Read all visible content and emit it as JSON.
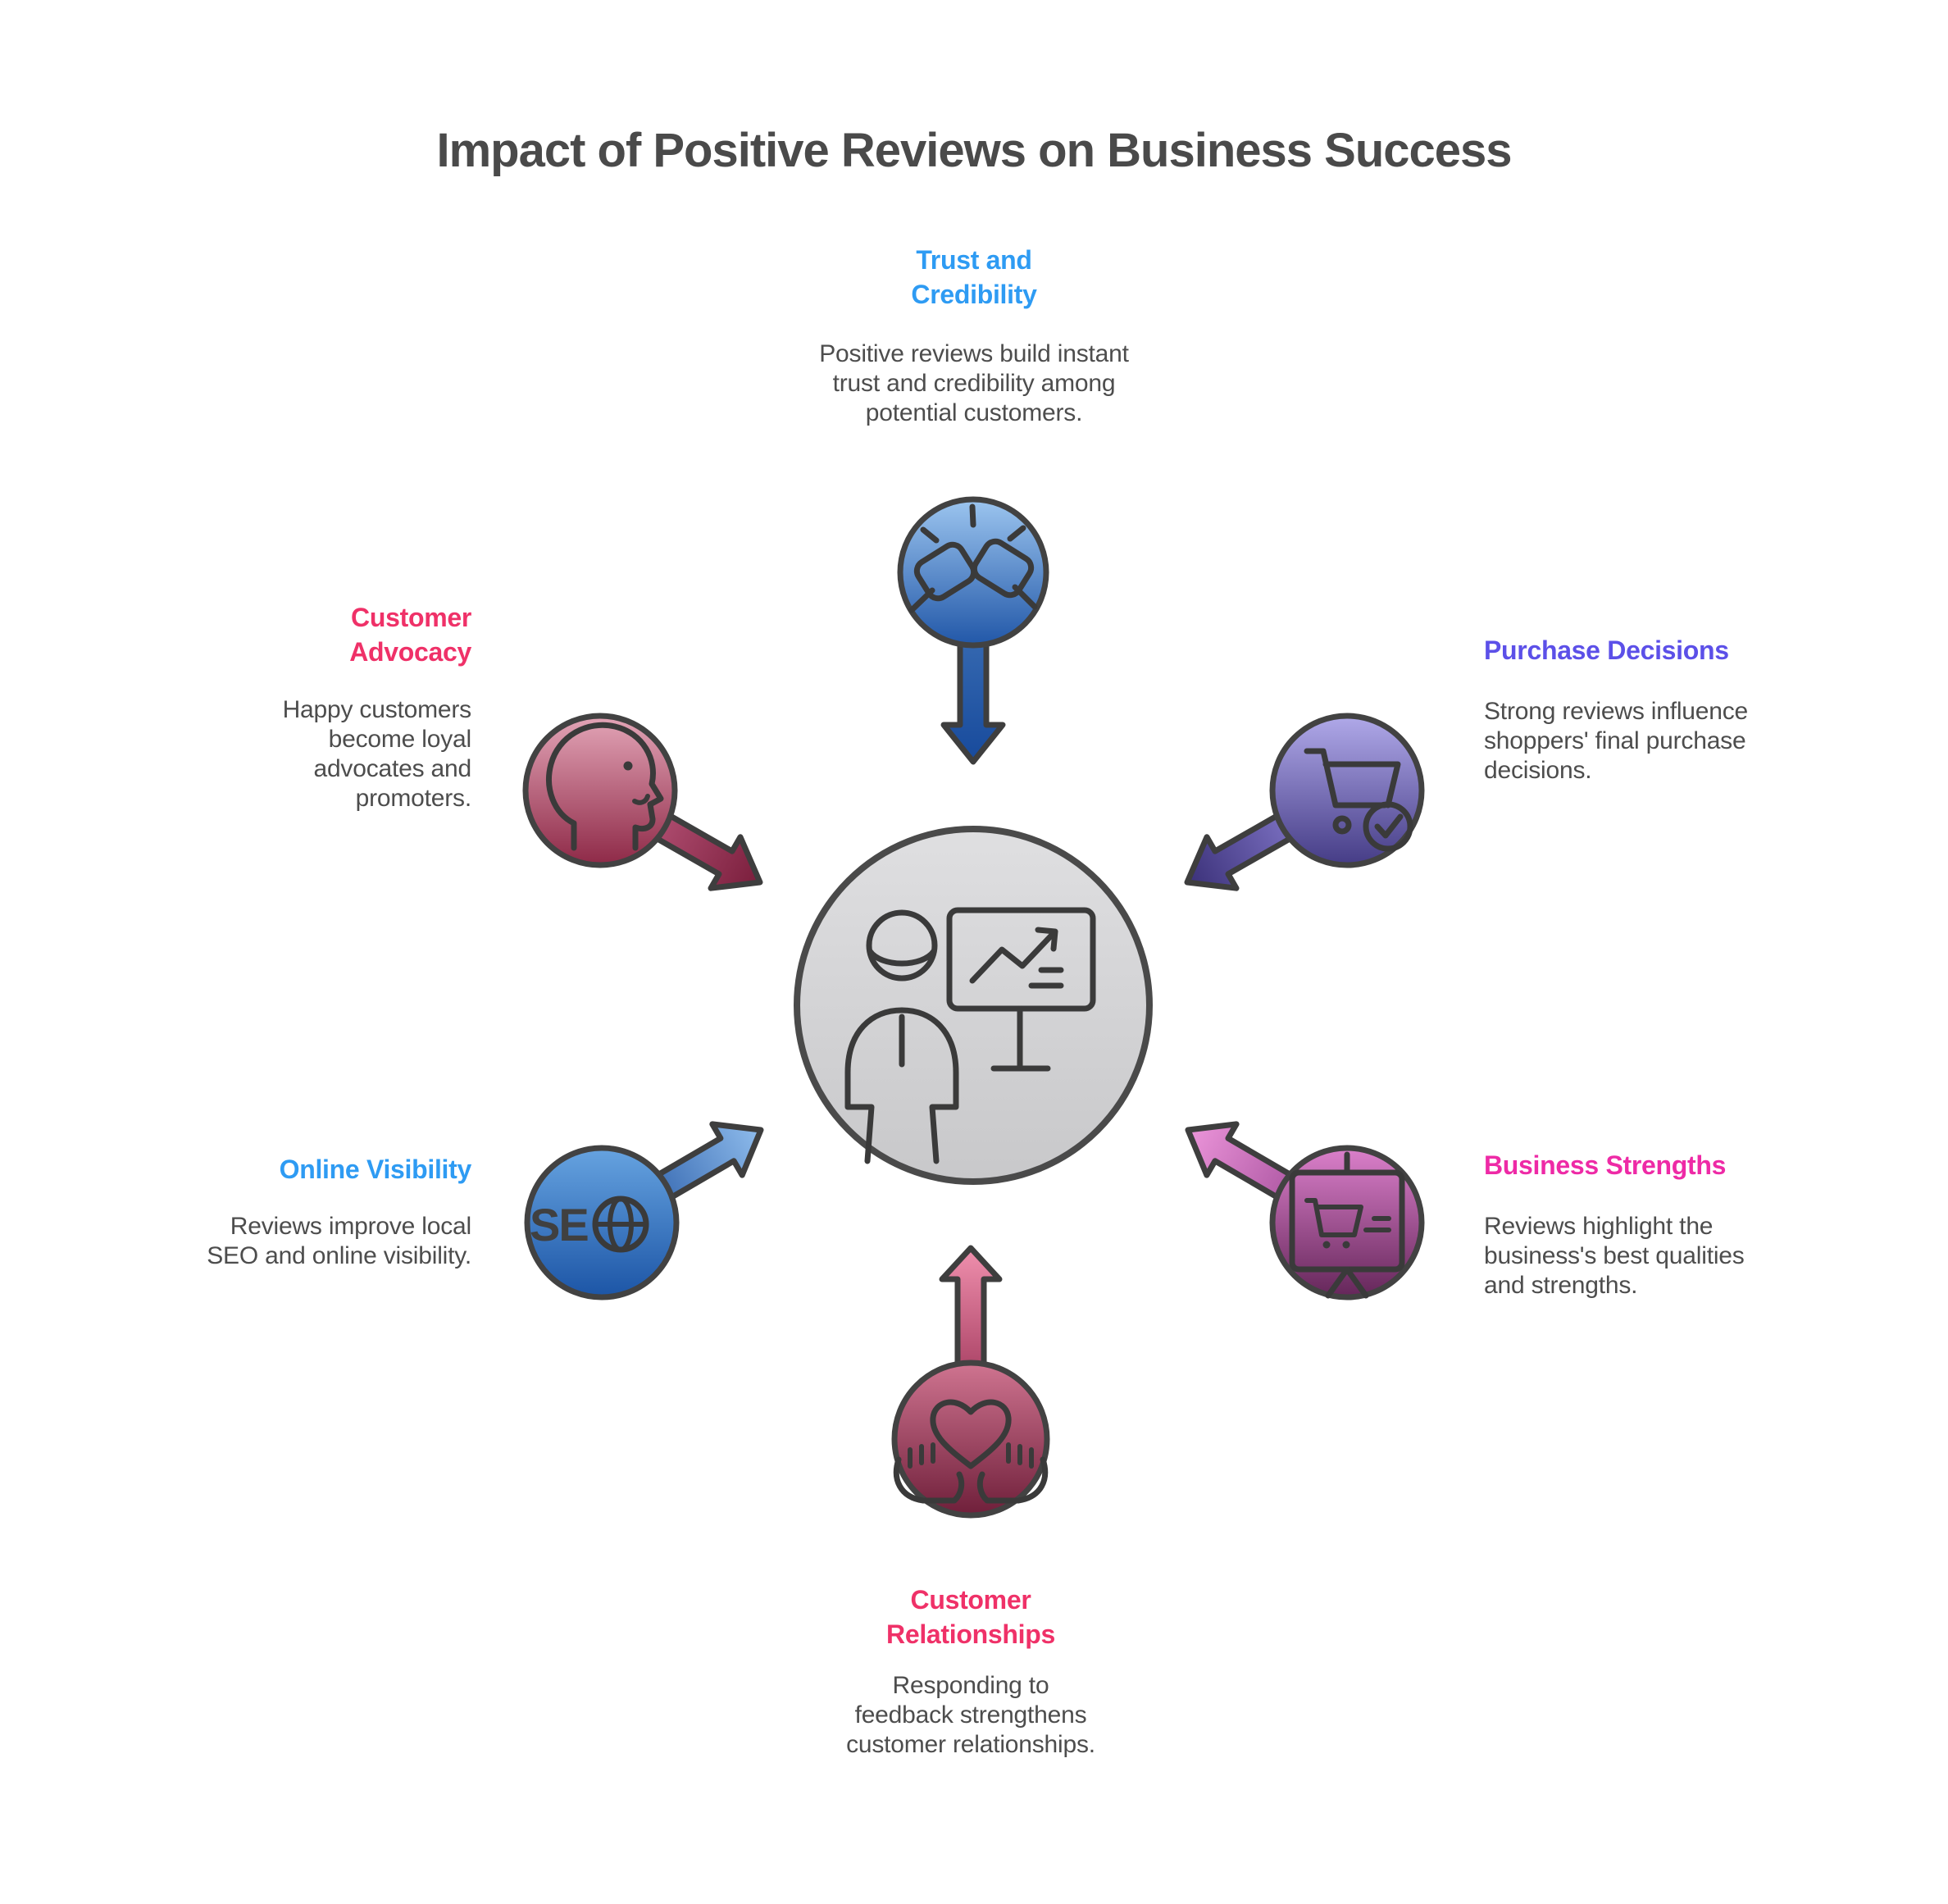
{
  "title": "Impact of Positive Reviews on Business Success",
  "palette": {
    "title_text": "#4A4A4A",
    "body_text": "#4D4D4D",
    "outline": "#3E3E3E",
    "center_circle": [
      "#DFDFE1",
      "#C8C8CA"
    ],
    "trust_circle": [
      "#9CC5EF",
      "#2157A8"
    ],
    "advocacy_circle": [
      "#E3A5B7",
      "#8E2947"
    ],
    "purchase_circle": [
      "#B0A9E9",
      "#453C86"
    ],
    "visibility_circle": [
      "#66A3E0",
      "#1C55A6"
    ],
    "strengths_circle": [
      "#DB80CB",
      "#642659"
    ],
    "relationships_circle": [
      "#CF7490",
      "#6F1F3A"
    ]
  },
  "center": {
    "icon": "presenter-chart-icon"
  },
  "nodes": {
    "trust": {
      "heading": "Trust and Credibility",
      "description": "Positive reviews build instant trust and credibility among potential customers.",
      "accent_color": "#2E9BF3",
      "icon": "fist-bump-icon"
    },
    "purchase": {
      "heading": "Purchase Decisions",
      "description": "Strong reviews influence shoppers' final purchase decisions.",
      "accent_color": "#5C50E8",
      "icon": "cart-check-icon"
    },
    "strengths": {
      "heading": "Business Strengths",
      "description": "Reviews highlight the business's best qualities and strengths.",
      "accent_color": "#EE2AA6",
      "icon": "presentation-cart-icon"
    },
    "relationships": {
      "heading": "Customer Relationships",
      "description": "Responding to feedback strengthens customer relationships.",
      "accent_color": "#EF3168",
      "icon": "heart-hands-icon"
    },
    "visibility": {
      "heading": "Online Visibility",
      "description": "Reviews improve local SEO and online visibility.",
      "accent_color": "#2E9BF3",
      "icon": "seo-globe-icon",
      "icon_text": "SE"
    },
    "advocacy": {
      "heading": "Customer Advocacy",
      "description": "Happy customers become loyal advocates and promoters.",
      "accent_color": "#EF3168",
      "icon": "head-profile-icon"
    }
  }
}
